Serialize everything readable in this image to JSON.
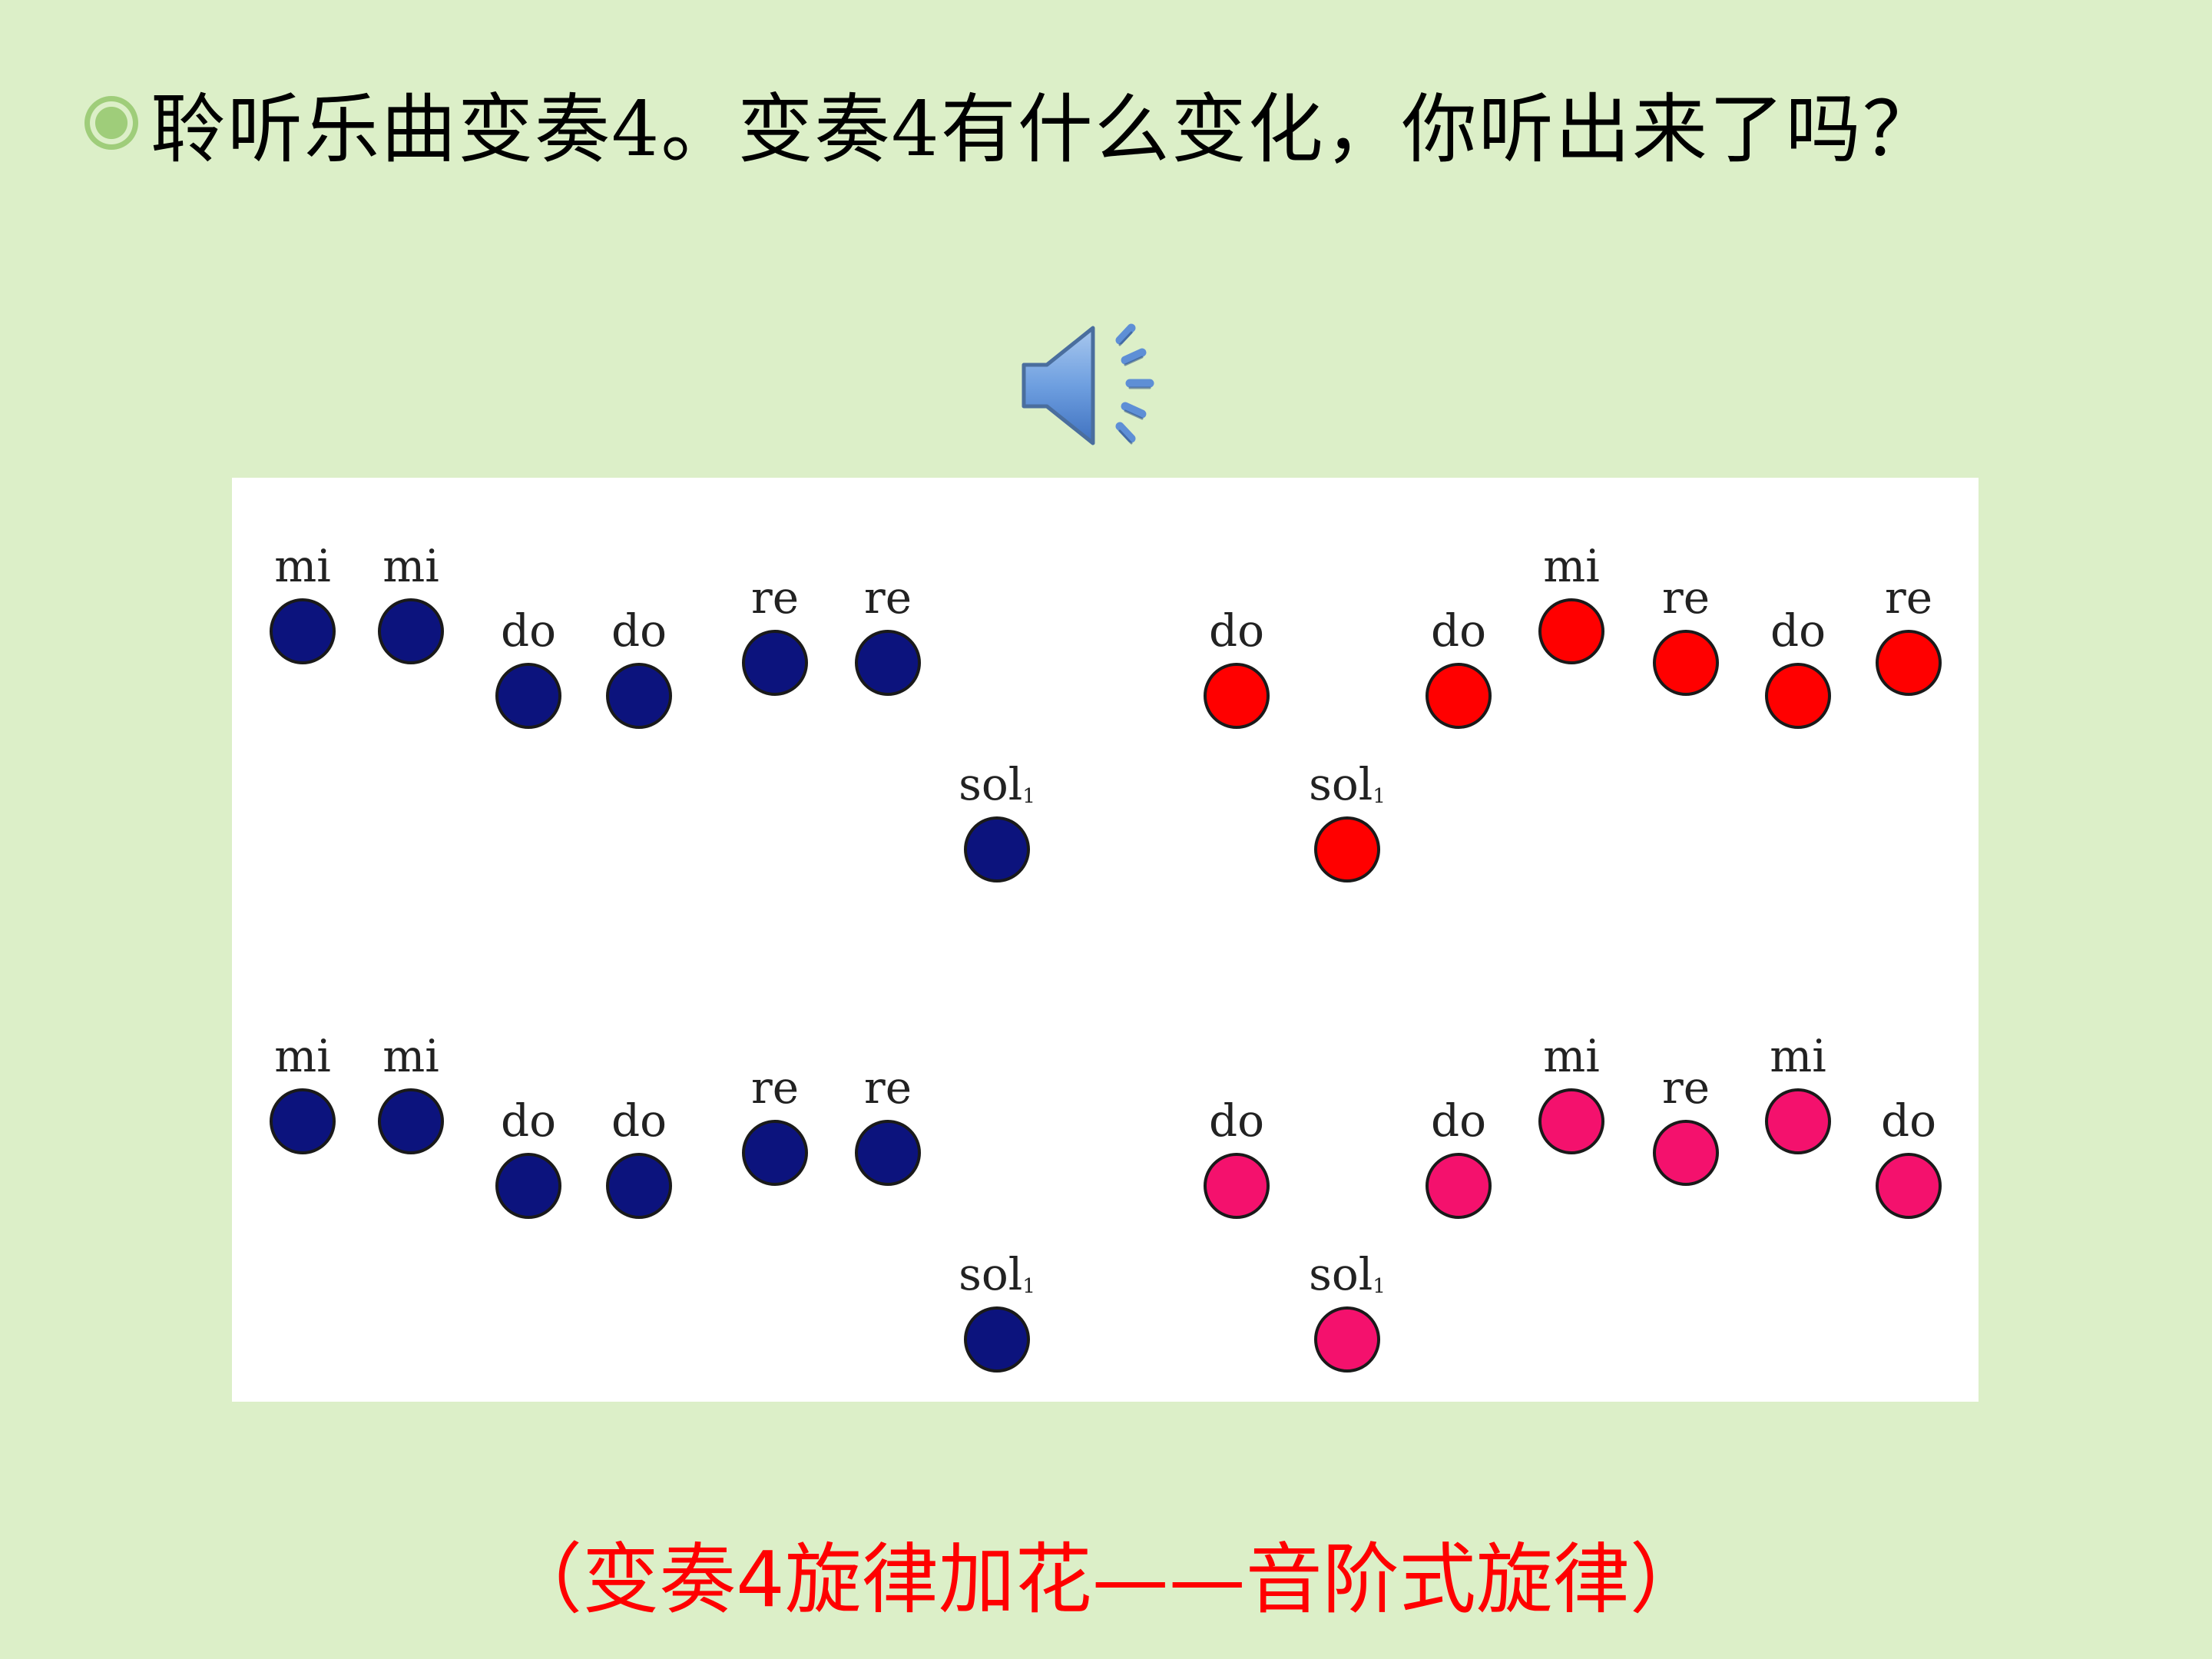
{
  "heading": {
    "bullet_icon": "radio-bullet-icon",
    "text": "聆听乐曲变奏4。变奏4有什么变化，你听出来了吗？"
  },
  "audio": {
    "icon": "speaker-sound-icon"
  },
  "colors": {
    "background": "#dcefc8",
    "theme_blue": "#0c137d",
    "variation_red": "#ff0000",
    "variation_pink": "#f4116d",
    "caption": "#ff0000"
  },
  "melody_rows": [
    {
      "notes": [
        {
          "syllable": "mi",
          "degree": 3,
          "color": "#0c137d"
        },
        {
          "syllable": "mi",
          "degree": 3,
          "color": "#0c137d"
        },
        {
          "syllable": "do",
          "degree": 1,
          "color": "#0c137d"
        },
        {
          "syllable": "do",
          "degree": 1,
          "color": "#0c137d"
        },
        {
          "syllable": "re",
          "degree": 2,
          "color": "#0c137d"
        },
        {
          "syllable": "re",
          "degree": 2,
          "color": "#0c137d"
        },
        {
          "syllable": "sol",
          "subscript": "1",
          "degree": -3,
          "color": "#0c137d"
        },
        {
          "syllable": "do",
          "degree": 1,
          "color": "#ff0000"
        },
        {
          "syllable": "sol",
          "subscript": "1",
          "degree": -3,
          "color": "#ff0000"
        },
        {
          "syllable": "do",
          "degree": 1,
          "color": "#ff0000"
        },
        {
          "syllable": "mi",
          "degree": 3,
          "color": "#ff0000"
        },
        {
          "syllable": "re",
          "degree": 2,
          "color": "#ff0000"
        },
        {
          "syllable": "do",
          "degree": 1,
          "color": "#ff0000"
        },
        {
          "syllable": "re",
          "degree": 2,
          "color": "#ff0000"
        }
      ]
    },
    {
      "notes": [
        {
          "syllable": "mi",
          "degree": 3,
          "color": "#0c137d"
        },
        {
          "syllable": "mi",
          "degree": 3,
          "color": "#0c137d"
        },
        {
          "syllable": "do",
          "degree": 1,
          "color": "#0c137d"
        },
        {
          "syllable": "do",
          "degree": 1,
          "color": "#0c137d"
        },
        {
          "syllable": "re",
          "degree": 2,
          "color": "#0c137d"
        },
        {
          "syllable": "re",
          "degree": 2,
          "color": "#0c137d"
        },
        {
          "syllable": "sol",
          "subscript": "1",
          "degree": -3,
          "color": "#0c137d"
        },
        {
          "syllable": "do",
          "degree": 1,
          "color": "#f4116d"
        },
        {
          "syllable": "sol",
          "subscript": "1",
          "degree": -3,
          "color": "#f4116d"
        },
        {
          "syllable": "do",
          "degree": 1,
          "color": "#f4116d"
        },
        {
          "syllable": "mi",
          "degree": 3,
          "color": "#f4116d"
        },
        {
          "syllable": "re",
          "degree": 2,
          "color": "#f4116d"
        },
        {
          "syllable": "mi",
          "degree": 3,
          "color": "#f4116d"
        },
        {
          "syllable": "do",
          "degree": 1,
          "color": "#f4116d"
        }
      ]
    }
  ],
  "caption": "（变奏4旋律加花——音阶式旋律）"
}
